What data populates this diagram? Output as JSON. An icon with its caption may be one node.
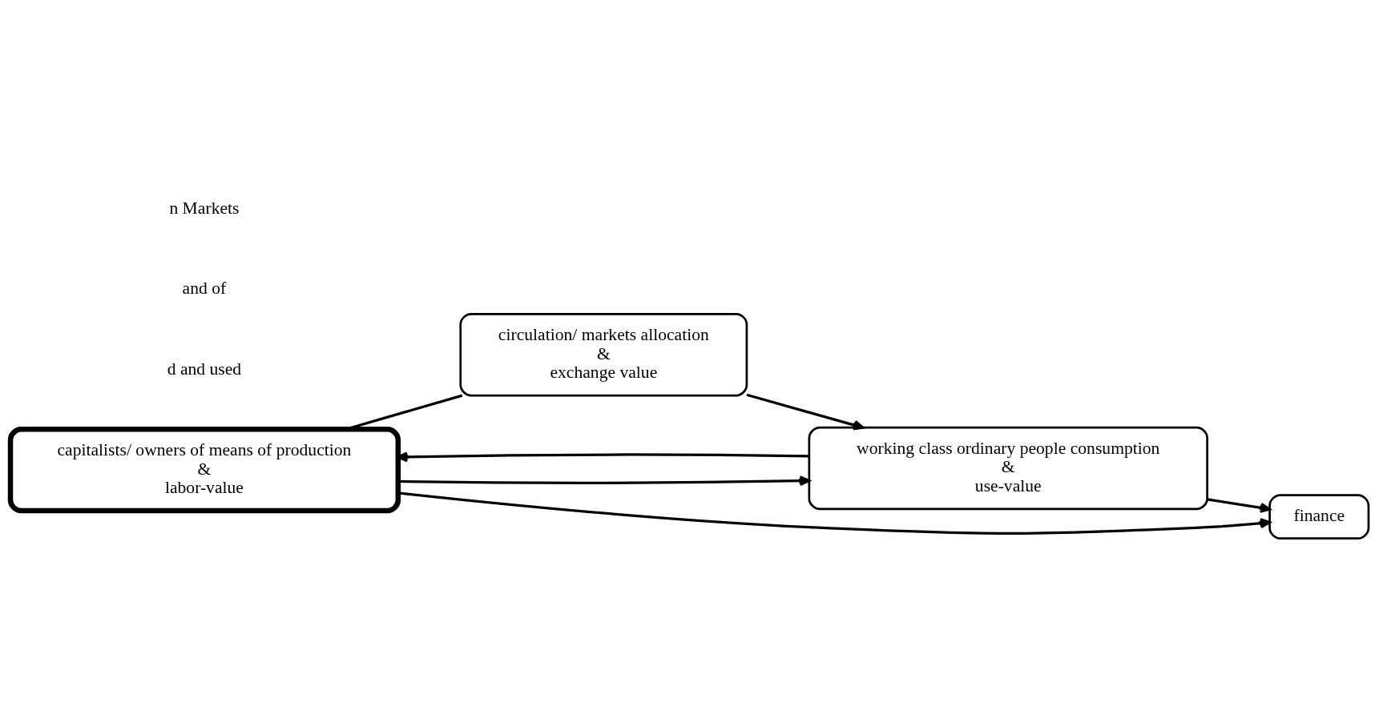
{
  "diagram": {
    "nodes": [
      {
        "text": [
          "capitalists/ owners of means of production",
          "&",
          "labor-value"
        ]
      },
      {
        "text": [
          "circulation/ markets allocation",
          "&",
          "exchange value"
        ]
      },
      {
        "text": [
          "working class ordinary people consumption",
          "&",
          "use-value"
        ]
      },
      {
        "text": [
          "finance"
        ]
      }
    ],
    "edges": [
      {
        "from": 0,
        "to": 2,
        "arrow": "to"
      },
      {
        "from": 0,
        "to": 1,
        "arrow": "none"
      },
      {
        "from": 1,
        "to": 2,
        "arrow": "to"
      },
      {
        "from": 2,
        "to": 0,
        "arrow": "to"
      },
      {
        "from": 0,
        "to": 3,
        "arrow": "to"
      },
      {
        "from": 2,
        "to": 3,
        "arrow": "to"
      }
    ],
    "labels": [
      "d and used",
      "and of",
      "n Markets"
    ]
  }
}
